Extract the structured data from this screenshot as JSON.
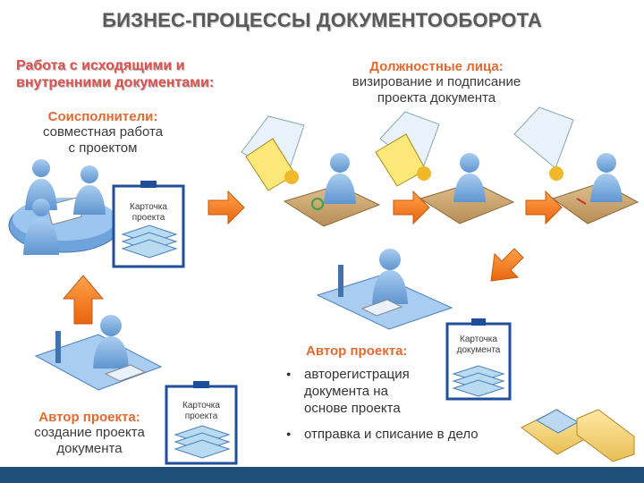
{
  "title": "БИЗНЕС-ПРОЦЕССЫ ДОКУМЕНТООБОРОТА",
  "subtitle": {
    "line1": "Работа с исходящими и",
    "line2": "внутренними документами:"
  },
  "officials": {
    "heading": "Должностные лица:",
    "line1": "визирование и подписание",
    "line2": "проекта документа"
  },
  "coexecutors": {
    "heading": "Соисполнители:",
    "line1": "совместная работа",
    "line2": "с проектом"
  },
  "author_create": {
    "heading": "Автор проекта:",
    "line1": "создание проекта",
    "line2": "документа"
  },
  "author_register": {
    "heading": "Автор проекта:",
    "bullets": [
      {
        "l1": "авторегистрация",
        "l2": "документа на",
        "l3": "основе проекта"
      },
      {
        "l1": "отправка и списание в дело"
      }
    ]
  },
  "project_card": {
    "line1": "Карточка",
    "line2": "проекта"
  },
  "document_card": {
    "line1": "Карточка",
    "line2": "документа"
  },
  "colors": {
    "title": "#5a5a5a",
    "subtitle": "#d9534f",
    "heading": "#e06a2f",
    "arrow": "#f47b20",
    "person": "#7fb2e5",
    "desk": "#c9a16a",
    "bar": "#1f4e79"
  }
}
